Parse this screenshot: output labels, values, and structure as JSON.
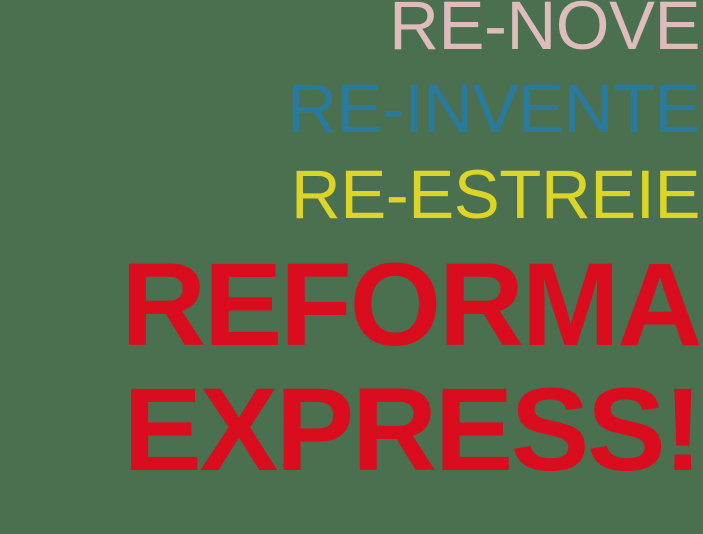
{
  "background_color": "#4a7050",
  "headline": {
    "lines": [
      {
        "text": "RE-NOVE",
        "color": "#debcbc",
        "weight": "light",
        "align": "right"
      },
      {
        "text": "RE-INVENTE",
        "color": "#2a7a9e",
        "weight": "light",
        "align": "right"
      },
      {
        "text": "RE-ESTREIE",
        "color": "#ddd428",
        "weight": "light",
        "align": "right"
      },
      {
        "text": "REFORMA",
        "color": "#d90d1e",
        "weight": "bold",
        "align": "right"
      },
      {
        "text": "EXPRESS!",
        "color": "#d90d1e",
        "weight": "bold",
        "align": "right"
      }
    ]
  },
  "colors": {
    "background_green": "#4a7050",
    "accent_pink": "#debcbc",
    "accent_teal": "#2a7a9e",
    "accent_yellow": "#ddd428",
    "accent_red": "#d90d1e"
  }
}
